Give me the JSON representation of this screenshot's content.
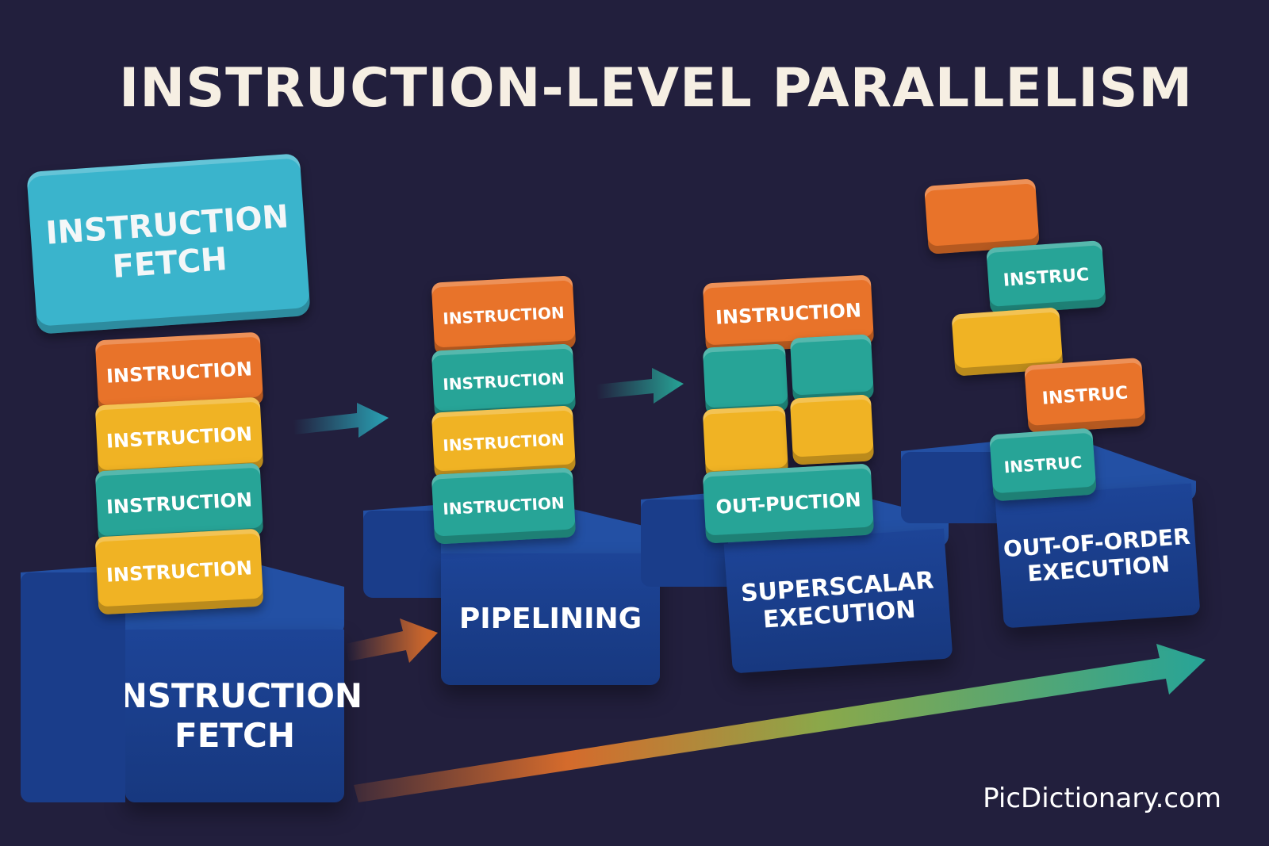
{
  "title": "INSTRUCTION-LEVEL PARALLELISM",
  "watermark": "PicDictionary.com",
  "colors": {
    "background": "#221f3d",
    "orange": "#e8732a",
    "yellow": "#f0b324",
    "teal": "#27a497",
    "cyan": "#3ab4cc",
    "platform_blue": "#1d4497"
  },
  "stages": {
    "fetch": {
      "header": "INSTRUCTION\nFETCH",
      "base_label": "INSTRUCTION\nFETCH",
      "blocks": [
        "INSTRUCTION",
        "INSTRUCTION",
        "INSTRUCTION",
        "INSTRUCTION"
      ]
    },
    "pipelining": {
      "base_label": "PIPELINING",
      "blocks": [
        "INSTRUCTION",
        "INSTRUCTION",
        "INSTRUCTION",
        "INSTRUCTION"
      ]
    },
    "superscalar": {
      "base_label": "SUPERSCALAR\nEXECUTION",
      "top_block": "INSTRUCTION",
      "bottom_block": "OUT-PUCTION"
    },
    "out_of_order": {
      "base_label": "OUT-OF-ORDER\nEXECUTION",
      "blocks": [
        "INSTRUC",
        "INSTRUC",
        "INSTRUC"
      ]
    }
  }
}
